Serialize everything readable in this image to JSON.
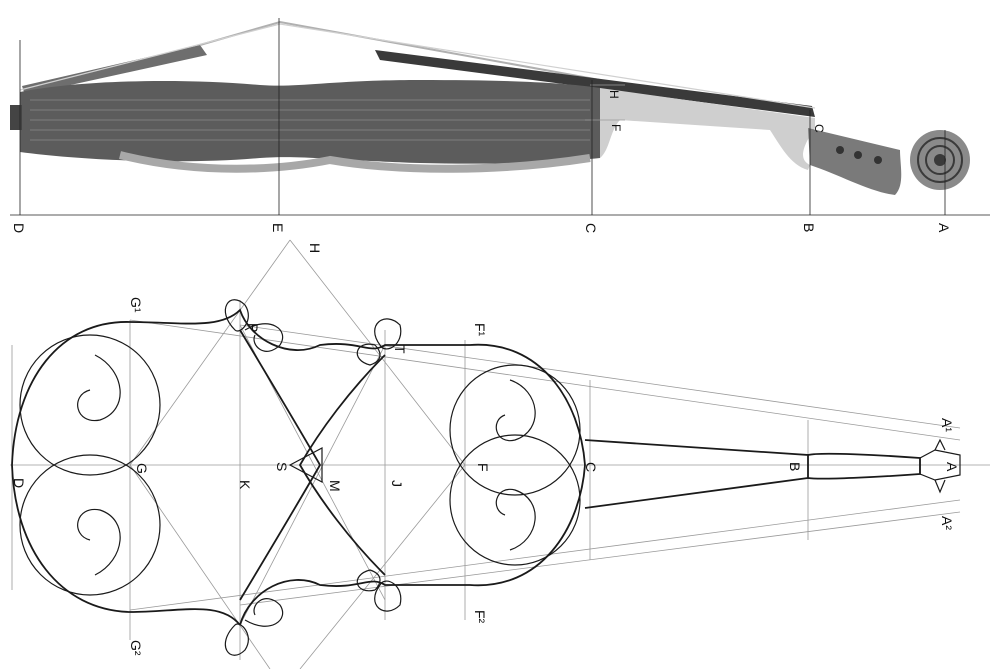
{
  "top_view": {
    "labels": {
      "D": "D",
      "E": "E",
      "C": "C",
      "B": "B",
      "A": "A"
    },
    "small_marks": {
      "H": "H",
      "F": "F",
      "C": "C"
    }
  },
  "plan_view": {
    "labels": {
      "H": "H",
      "G1": "G¹",
      "P": "P",
      "T": "T",
      "F1": "F¹",
      "A1": "A¹",
      "D": "D",
      "G": "G",
      "K": "K",
      "S": "S",
      "M": "M",
      "J": "J",
      "F": "F",
      "C": "C",
      "B": "B",
      "A": "A",
      "A2": "A²",
      "F2": "F²",
      "G2": "G²"
    }
  },
  "colors": {
    "ink": "#1a1a1a",
    "construction": "#9a9a9a",
    "wood_dark": "#4a4a4a",
    "wood_light": "#8c8c8c"
  }
}
